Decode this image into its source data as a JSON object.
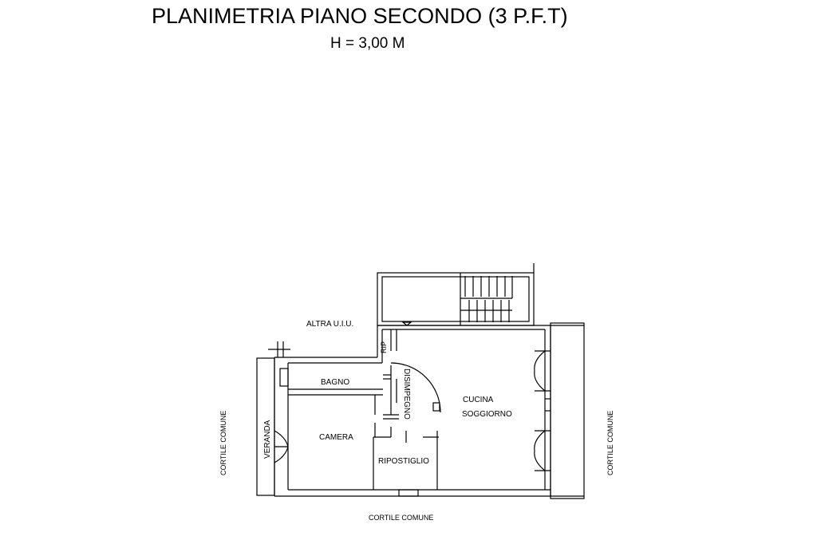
{
  "header": {
    "title": "PLANIMETRIA PIANO SECONDO (3 P.F.T)",
    "height_label": "H  = 3,00 M"
  },
  "rooms": {
    "bagno": "BAGNO",
    "camera": "CAMERA",
    "ripostiglio": "RIPOSTIGLIO",
    "cucina": "CUCINA",
    "soggiorno": "SOGGIORNO",
    "disimpegno": "DISIMPEGNO",
    "rip": "RIP",
    "veranda": "VERANDA"
  },
  "labels": {
    "altra_uiu": "ALTRA U.I.U.",
    "cortile_left": "CORTILE COMUNE",
    "cortile_right": "CORTILE COMUNE",
    "cortile_bottom": "CORTILE COMUNE"
  }
}
